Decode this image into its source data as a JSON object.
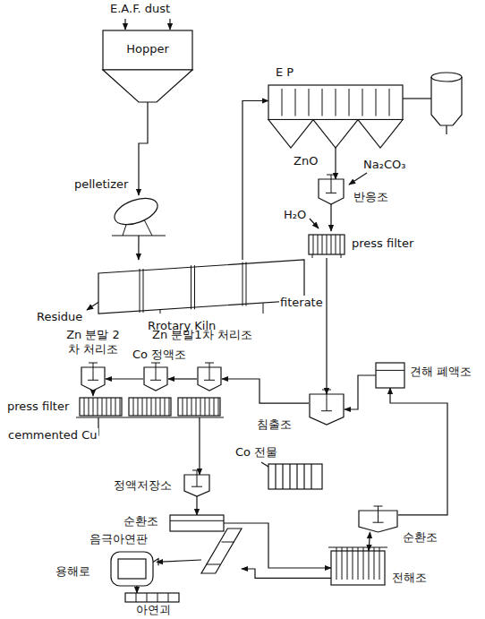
{
  "diagram": {
    "nodes": [
      {
        "text": [
          "Hopper"
        ]
      },
      {
        "text": [
          "pelletizer"
        ]
      },
      {
        "text": [
          "Rrotary Kiln"
        ]
      },
      {
        "text": [
          "E P"
        ]
      },
      {
        "text": [
          "반응조"
        ]
      },
      {
        "text": [
          "press filter"
        ]
      },
      {
        "text": [
          "Zn 분말 2차 처리조"
        ]
      },
      {
        "text": [
          "Co 정액조"
        ]
      },
      {
        "text": [
          "Zn 분말1차 처리조"
        ]
      },
      {
        "text": [
          "press filter"
        ]
      },
      {
        "text": [
          "침출조"
        ]
      },
      {
        "text": [
          "견해 폐액조"
        ]
      },
      {
        "text": [
          "정액저장소"
        ]
      },
      {
        "text": [
          "순환조"
        ]
      },
      {
        "text": [
          "음극아연판"
        ]
      },
      {
        "text": [
          "순환조"
        ]
      },
      {
        "text": [
          "전해조"
        ]
      },
      {
        "text": [
          "용해로"
        ]
      },
      {
        "text": [
          "아연괴"
        ]
      }
    ],
    "edges": [
      {
        "from": 0,
        "to": 1,
        "arrow": "to"
      },
      {
        "from": 1,
        "to": 2,
        "arrow": "to"
      },
      {
        "from": 2,
        "to": 3,
        "arrow": "to"
      },
      {
        "from": 3,
        "to": 4,
        "arrow": "to"
      },
      {
        "from": 4,
        "to": 5,
        "arrow": "to"
      },
      {
        "from": 5,
        "to": 10,
        "arrow": "to"
      },
      {
        "from": 10,
        "to": 8,
        "arrow": "to"
      },
      {
        "from": 8,
        "to": 7,
        "arrow": "to"
      },
      {
        "from": 7,
        "to": 6,
        "arrow": "to"
      },
      {
        "from": 6,
        "to": 9,
        "arrow": "to"
      },
      {
        "from": 9,
        "to": 12,
        "arrow": "to"
      },
      {
        "from": 12,
        "to": 13,
        "arrow": "to"
      },
      {
        "from": 13,
        "to": 16,
        "arrow": "to"
      },
      {
        "from": 16,
        "to": 15,
        "arrow": "both"
      },
      {
        "from": 15,
        "to": 11,
        "arrow": "to"
      },
      {
        "from": 11,
        "to": 10,
        "arrow": "to"
      },
      {
        "from": 16,
        "to": 14,
        "arrow": "to"
      },
      {
        "from": 14,
        "to": 17,
        "arrow": "to"
      },
      {
        "from": 17,
        "to": 18,
        "arrow": "to"
      }
    ],
    "labels": [
      "E.A.F. dust",
      "Residue",
      "ZnO",
      "Na₂CO₃",
      "H₂O",
      "fiterate",
      "cemmented Cu",
      "Co 전물"
    ]
  }
}
